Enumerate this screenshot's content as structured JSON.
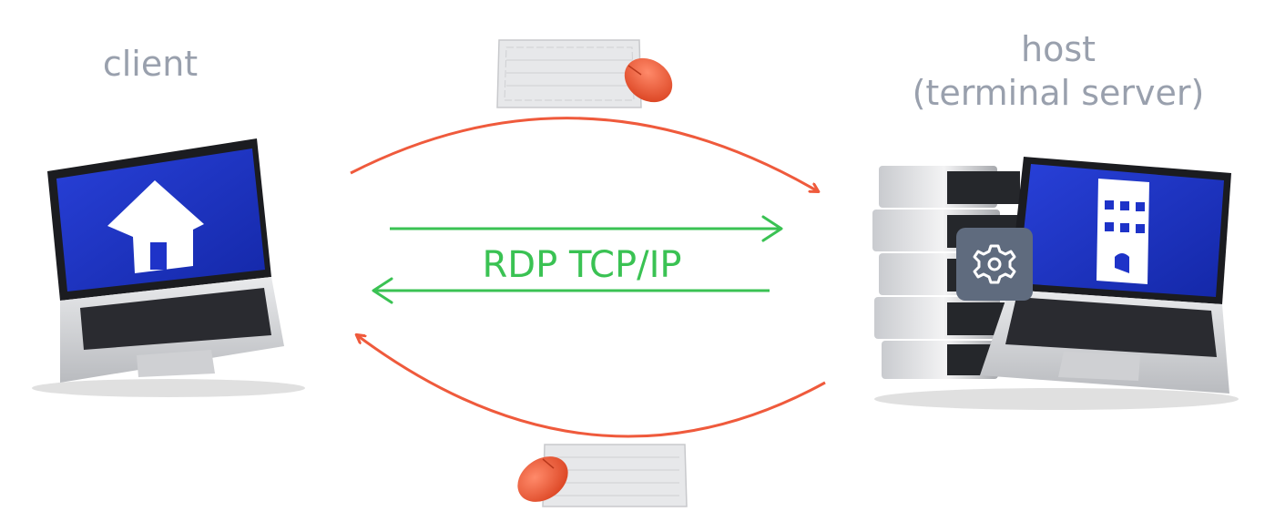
{
  "client": {
    "label": "client",
    "screen_icon": "home-icon"
  },
  "host": {
    "label_line1": "host",
    "label_line2": "(terminal server)",
    "screen_icon": "office-building-icon",
    "server_icon": "gear-icon"
  },
  "connection": {
    "protocol_label": "RDP TCP/IP"
  },
  "peripherals": {
    "top": [
      "keyboard-icon",
      "mouse-icon"
    ],
    "bottom": [
      "keyboard-icon",
      "mouse-icon"
    ]
  },
  "colors": {
    "label_gray": "#99a0ad",
    "protocol_green": "#3ac253",
    "input_arrow_red": "#ef5a3c",
    "screen_blue": "#1e33c8",
    "mouse_orange": "#f2542d",
    "gear_tile": "#5f6b7e"
  }
}
